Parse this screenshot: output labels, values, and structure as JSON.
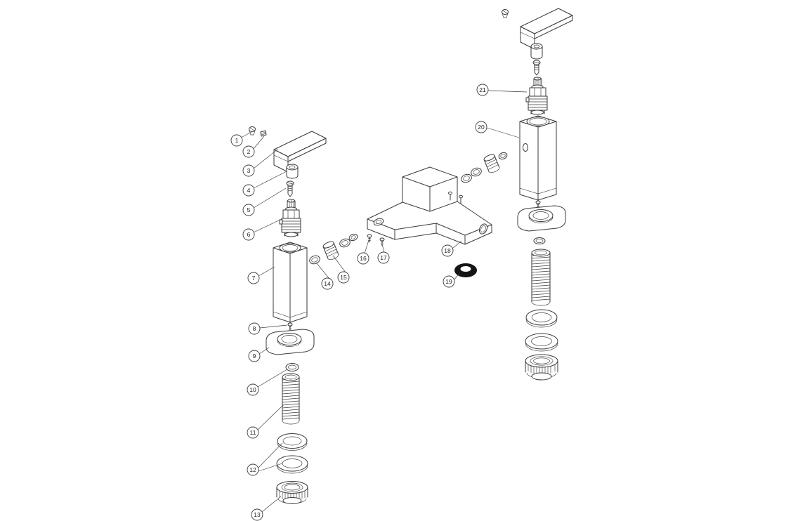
{
  "diagram": {
    "type": "exploded-assembly-technical-drawing",
    "colors": {
      "line": "#3a3a3a",
      "gasket": "#141414",
      "background": "#ffffff",
      "callout_text": "#222222"
    },
    "callouts": [
      {
        "label": "1"
      },
      {
        "label": "2"
      },
      {
        "label": "3"
      },
      {
        "label": "4"
      },
      {
        "label": "5"
      },
      {
        "label": "6"
      },
      {
        "label": "7"
      },
      {
        "label": "8"
      },
      {
        "label": "9"
      },
      {
        "label": "10"
      },
      {
        "label": "11"
      },
      {
        "label": "12"
      },
      {
        "label": "13"
      },
      {
        "label": "14"
      },
      {
        "label": "15"
      },
      {
        "label": "16"
      },
      {
        "label": "17"
      },
      {
        "label": "18"
      },
      {
        "label": "19"
      },
      {
        "label": "20"
      },
      {
        "label": "21"
      }
    ]
  }
}
